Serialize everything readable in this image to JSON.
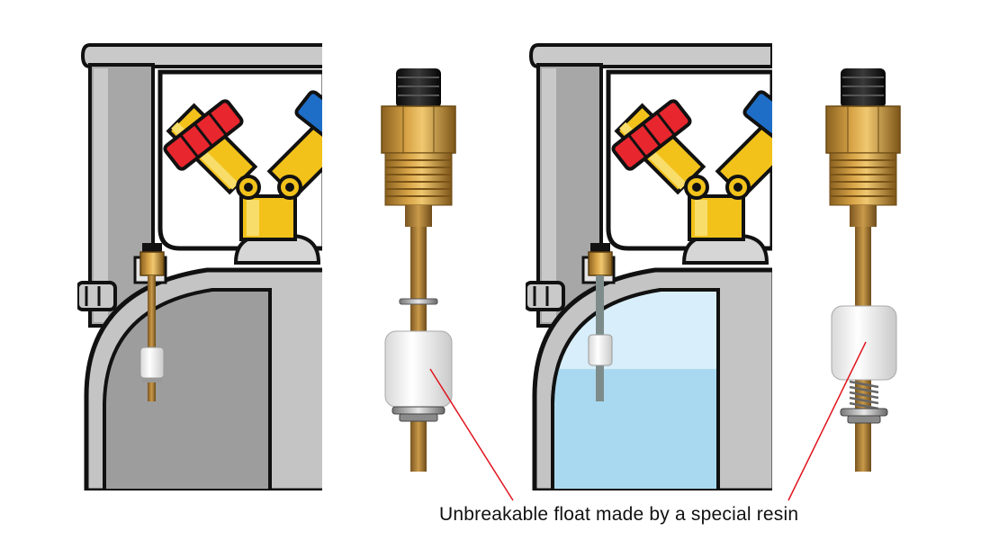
{
  "caption": "Unbreakable float made by a special resin",
  "panels": [
    {
      "name": "tank-empty",
      "water": false
    },
    {
      "name": "tank-filled",
      "water": true
    }
  ],
  "colors": {
    "tank_gray": "#b2b2b2",
    "tank_light": "#ececec",
    "tank_inner": "#9e9e9e",
    "water": "#a9d9f0",
    "water_light": "#d8eefa",
    "valve_yellow": "#f2c21b",
    "valve_red": "#e8262e",
    "valve_blue": "#1e6ec8",
    "brass": "#c9913a",
    "brass_dark": "#8a6120",
    "float_white": "#f4f4f4",
    "leader_line": "#e0141e"
  }
}
